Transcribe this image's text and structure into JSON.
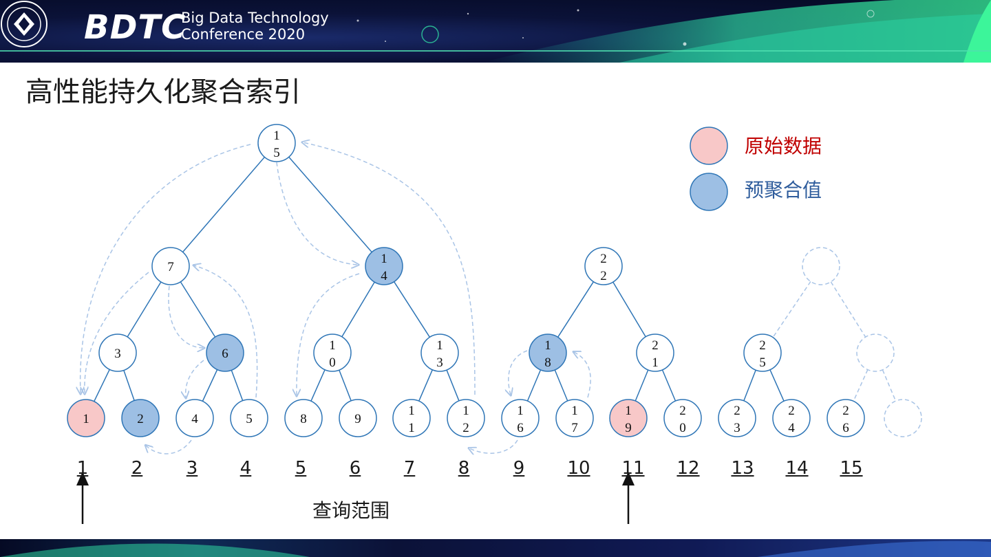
{
  "header": {
    "brand": "BDTC",
    "conference_line1": "Big Data Technology",
    "conference_line2": "Conference 2020"
  },
  "slide": {
    "title": "高性能持久化聚合索引"
  },
  "legend": {
    "raw_label": "原始数据",
    "raw_color": "#f8c8c8",
    "preagg_label": "预聚合值",
    "preagg_color": "#9dbfe4"
  },
  "colors": {
    "raw_text": "#c00000",
    "preagg_text": "#2e5c9c",
    "edge": "#2e75b6",
    "dash": "#a9c4e6"
  },
  "nodes": [
    {
      "id": "n15",
      "label": "15",
      "fill": "white"
    },
    {
      "id": "n7",
      "label": "7",
      "fill": "white"
    },
    {
      "id": "n14",
      "label": "14",
      "fill": "blue"
    },
    {
      "id": "n22",
      "label": "22",
      "fill": "white"
    },
    {
      "id": "n3",
      "label": "3",
      "fill": "white"
    },
    {
      "id": "n6",
      "label": "6",
      "fill": "blue"
    },
    {
      "id": "n10",
      "label": "10",
      "fill": "white"
    },
    {
      "id": "n13",
      "label": "13",
      "fill": "white"
    },
    {
      "id": "n18",
      "label": "18",
      "fill": "blue"
    },
    {
      "id": "n21",
      "label": "21",
      "fill": "white"
    },
    {
      "id": "n25",
      "label": "25",
      "fill": "white"
    },
    {
      "id": "n1",
      "label": "1",
      "fill": "pink"
    },
    {
      "id": "n2",
      "label": "2",
      "fill": "blue"
    },
    {
      "id": "n4",
      "label": "4",
      "fill": "white"
    },
    {
      "id": "n5",
      "label": "5",
      "fill": "white"
    },
    {
      "id": "n8",
      "label": "8",
      "fill": "white"
    },
    {
      "id": "n9",
      "label": "9",
      "fill": "white"
    },
    {
      "id": "n11",
      "label": "11",
      "fill": "white"
    },
    {
      "id": "n12",
      "label": "12",
      "fill": "white"
    },
    {
      "id": "n16",
      "label": "16",
      "fill": "white"
    },
    {
      "id": "n17",
      "label": "17",
      "fill": "white"
    },
    {
      "id": "n19",
      "label": "19",
      "fill": "pink"
    },
    {
      "id": "n20",
      "label": "20",
      "fill": "white"
    },
    {
      "id": "n23",
      "label": "23",
      "fill": "white"
    },
    {
      "id": "n24",
      "label": "24",
      "fill": "white"
    },
    {
      "id": "n26",
      "label": "26",
      "fill": "white"
    },
    {
      "id": "p1",
      "label": "",
      "fill": "placeholder"
    },
    {
      "id": "p2",
      "label": "",
      "fill": "placeholder"
    },
    {
      "id": "p3",
      "label": "",
      "fill": "placeholder"
    }
  ],
  "edges": [
    [
      "n15",
      "n7"
    ],
    [
      "n15",
      "n14"
    ],
    [
      "n7",
      "n3"
    ],
    [
      "n7",
      "n6"
    ],
    [
      "n14",
      "n10"
    ],
    [
      "n14",
      "n13"
    ],
    [
      "n22",
      "n18"
    ],
    [
      "n22",
      "n21"
    ],
    [
      "n3",
      "n1"
    ],
    [
      "n3",
      "n2"
    ],
    [
      "n6",
      "n4"
    ],
    [
      "n6",
      "n5"
    ],
    [
      "n10",
      "n8"
    ],
    [
      "n10",
      "n9"
    ],
    [
      "n13",
      "n11"
    ],
    [
      "n13",
      "n12"
    ],
    [
      "n18",
      "n16"
    ],
    [
      "n18",
      "n17"
    ],
    [
      "n21",
      "n19"
    ],
    [
      "n21",
      "n20"
    ],
    [
      "n25",
      "n23"
    ],
    [
      "n25",
      "n24"
    ]
  ],
  "placeholder_edges": [
    [
      "p1",
      "p2"
    ],
    [
      "p1",
      "n25"
    ],
    [
      "p2",
      "n26"
    ],
    [
      "p2",
      "p3"
    ]
  ],
  "axis": {
    "positions": [
      "1",
      "2",
      "3",
      "4",
      "5",
      "6",
      "7",
      "8",
      "9",
      "10",
      "11",
      "12",
      "13",
      "14",
      "15"
    ]
  },
  "query": {
    "range_label": "查询范围"
  }
}
